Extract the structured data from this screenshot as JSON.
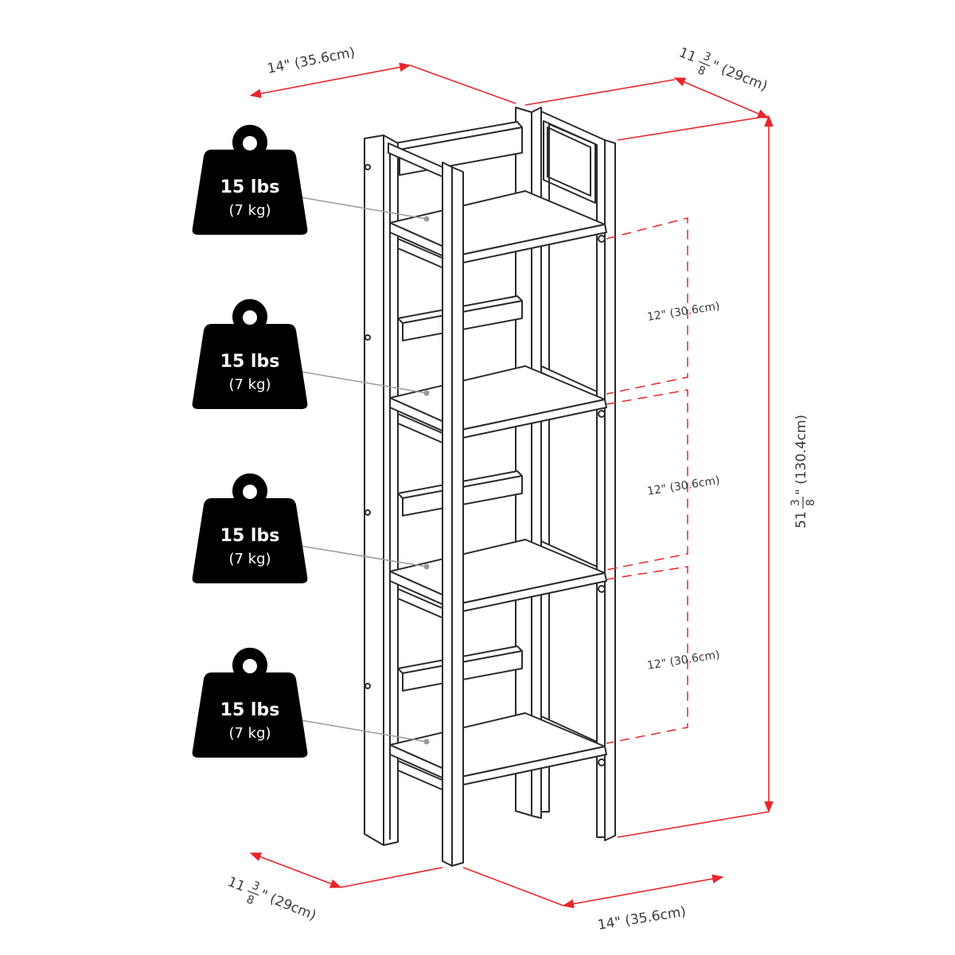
{
  "colors": {
    "dimension_line": "#e8262b",
    "outline": "#2b2b2b",
    "weight_fill": "#000000",
    "weight_text": "#ffffff",
    "leader_line": "#9a9a9a"
  },
  "dimensions": {
    "top_width": "14\"  (35.6cm)",
    "top_depth_whole": "11",
    "top_depth_num": "3",
    "top_depth_den": "8",
    "top_depth_unit": "\"  (29cm)",
    "height_whole": "51",
    "height_num": "3",
    "height_den": "8",
    "height_unit": "\"  (130.4cm)",
    "shelf_spacing_1": "12\" (30.6cm)",
    "shelf_spacing_2": "12\" (30.6cm)",
    "shelf_spacing_3": "12\" (30.6cm)",
    "bottom_depth_whole": "11",
    "bottom_depth_num": "3",
    "bottom_depth_den": "8",
    "bottom_depth_unit": "\"  (29cm)",
    "bottom_width": "14\"  (35.6cm)"
  },
  "weights": [
    {
      "lbs": "15 lbs",
      "kg": "(7 kg)",
      "icon": "weight-icon"
    },
    {
      "lbs": "15 lbs",
      "kg": "(7 kg)",
      "icon": "weight-icon"
    },
    {
      "lbs": "15 lbs",
      "kg": "(7 kg)",
      "icon": "weight-icon"
    },
    {
      "lbs": "15 lbs",
      "kg": "(7 kg)",
      "icon": "weight-icon"
    }
  ]
}
